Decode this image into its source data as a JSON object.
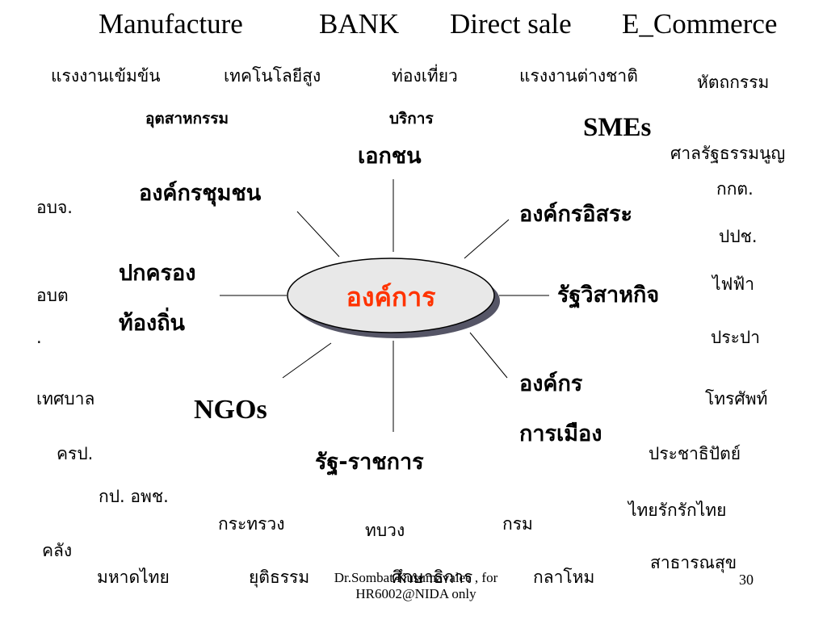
{
  "header": {
    "manufacture": "Manufacture",
    "bank": "BANK",
    "direct_sale": "Direct sale",
    "ecommerce": "E_Commerce"
  },
  "top_row": {
    "labor_intensive": "แรงงานเข้มข้น",
    "high_tech": "เทคโนโลยีสูง",
    "tourism": "ท่องเที่ยว",
    "foreign_labor": "แรงงานต่างชาติ",
    "handicraft": "หัตถกรรม"
  },
  "second_row": {
    "industry": "อุตสาหกรรม",
    "service": "บริการ",
    "smes": "SMEs"
  },
  "center": {
    "label": "องค์การ",
    "label_color": "#ff3300",
    "fill": "#e8e8e8",
    "shadow": "#555566"
  },
  "spokes": {
    "private": "เอกชน",
    "community": "องค์กรชุมชน",
    "independent": "องค์กรอิสระ",
    "local_gov_line1": "ปกครอง",
    "local_gov_line2": "ท้องถิ่น",
    "state_enterprise": "รัฐวิสาหกิจ",
    "ngos": "NGOs",
    "political_line1": "องค์กร",
    "political_line2": "การเมือง",
    "government": "รัฐ-ราชการ"
  },
  "right_column": {
    "constitutional_court": "ศาลรัฐธรรมนูญ",
    "ect": "กกต.",
    "nacc": "ปปช.",
    "electricity": "ไฟฟ้า",
    "water": "ประปา",
    "telephone": "โทรศัพท์",
    "democrat": "ประชาธิปัตย์",
    "thai_rak_thai": "ไทยรักรักไทย",
    "public_health": "สาธารณสุข"
  },
  "left_column": {
    "pao": "อบจ.",
    "tao_line1": "อบต",
    "tao_line2": ".",
    "municipality": "เทศบาล",
    "teacher": "ครป.",
    "ocsc": "กป. อพช.",
    "finance": "คลัง"
  },
  "bottom_row": {
    "ministry": "กระทรวง",
    "department_sub": "ทบวง",
    "department": "กรม",
    "interior": "มหาดไทย",
    "justice": "ยุติธรรม",
    "education": "ศึกษาธิการ",
    "defense": "กลาโหม"
  },
  "footer": {
    "line1": "Dr.Sombat Kusumavalee , for",
    "line2": "HR6002@NIDA only",
    "page_number": "30"
  }
}
